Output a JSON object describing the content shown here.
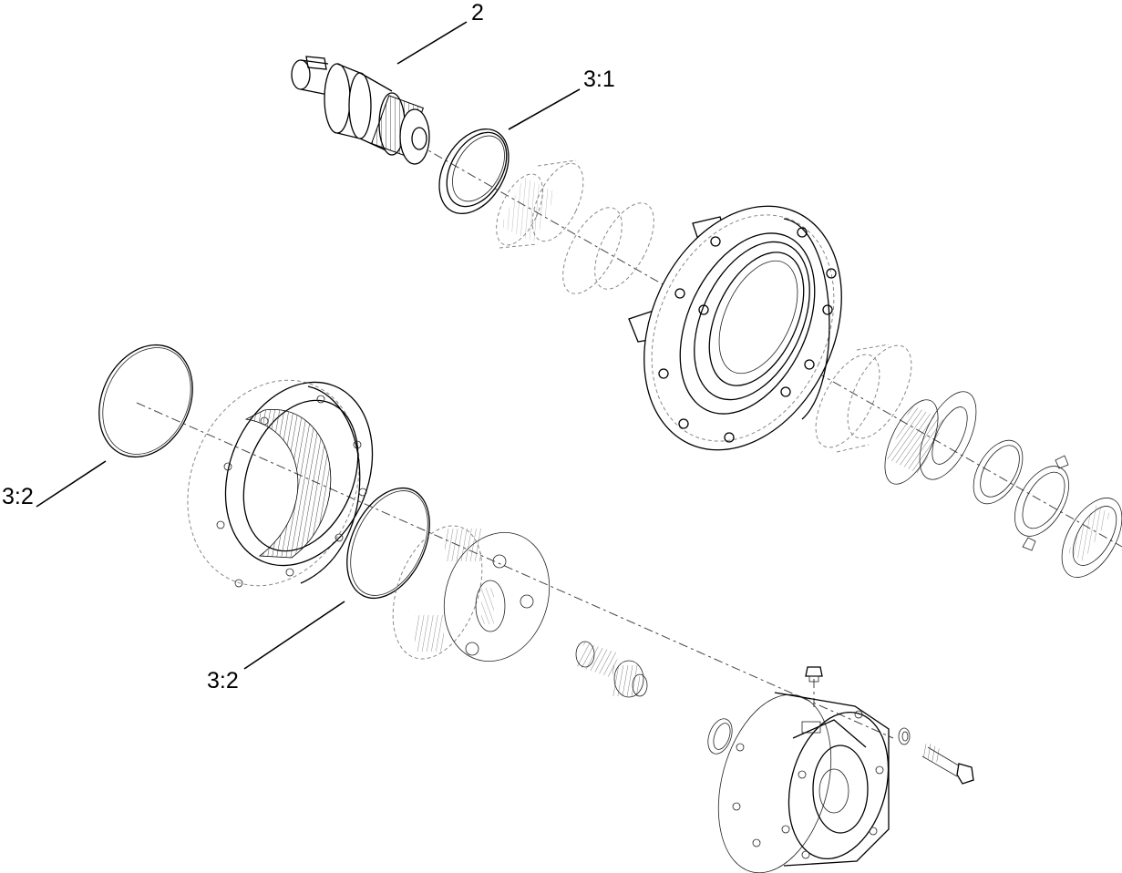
{
  "callouts": [
    {
      "id": "c1",
      "label": "2"
    },
    {
      "id": "c2",
      "label": "3:1"
    },
    {
      "id": "c3",
      "label": "3:2"
    },
    {
      "id": "c4",
      "label": "3:2"
    }
  ],
  "colors": {
    "line": "#000000",
    "background": "#ffffff"
  }
}
